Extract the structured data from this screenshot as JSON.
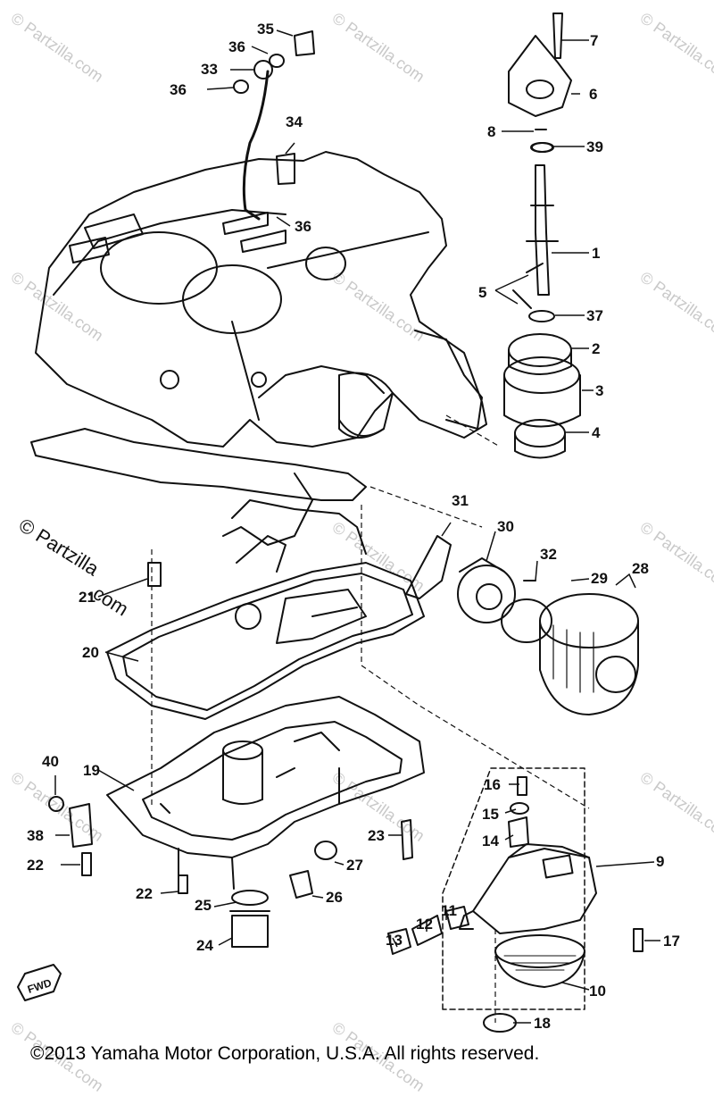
{
  "watermarks": {
    "faint": "© Partzilla.com",
    "strong_line1": "© Partzilla",
    "strong_line2": ".com"
  },
  "fwd_label": "FWD",
  "copyright": "©2013  Yamaha Motor Corporation, U.S.A. All rights reserved.",
  "callouts": [
    "1",
    "2",
    "3",
    "4",
    "5",
    "6",
    "7",
    "8",
    "9",
    "10",
    "11",
    "12",
    "13",
    "14",
    "15",
    "16",
    "17",
    "18",
    "19",
    "20",
    "21",
    "22",
    "22",
    "23",
    "24",
    "25",
    "26",
    "27",
    "28",
    "29",
    "30",
    "31",
    "32",
    "33",
    "34",
    "35",
    "36",
    "36",
    "36",
    "37",
    "38",
    "39",
    "40"
  ]
}
